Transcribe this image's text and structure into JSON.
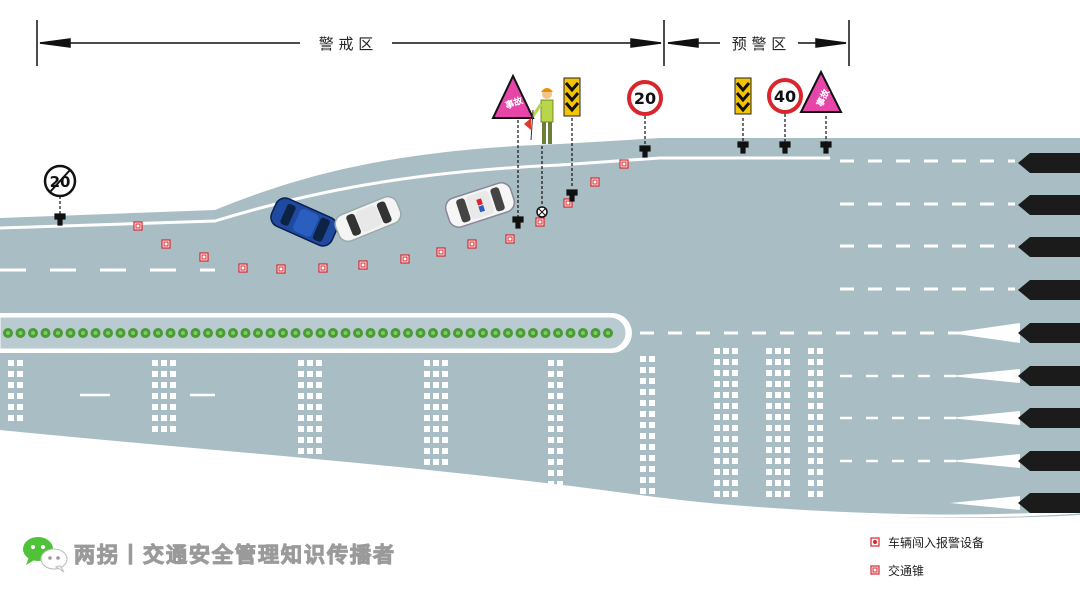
{
  "zones": {
    "warning_zone": "警 戒 区",
    "pre_warning_zone": "预 警 区"
  },
  "signs": {
    "speed_limit_end": "20",
    "speed_limit_a": "20",
    "speed_limit_b": "40",
    "accident_label": "事故"
  },
  "watermark": {
    "text": "两拐丨交通安全管理知识传播者",
    "icon": "wechat-icon"
  },
  "legend": {
    "intrusion_device": "车辆闯入报警设备",
    "traffic_cone": "交通锥"
  },
  "colors": {
    "road": "#a9bdc4",
    "sign_red": "#d8262c",
    "warning_triangle": "#e646a8",
    "chevron_yellow": "#f5c400",
    "hedge_green": "#4a9a3a"
  }
}
